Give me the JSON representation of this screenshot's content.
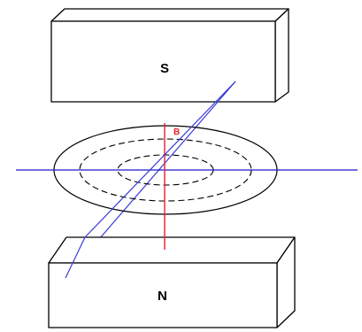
{
  "magnets": {
    "top_label": "S",
    "bottom_label": "N"
  },
  "field": {
    "label": "B"
  },
  "colors": {
    "outline": "#000000",
    "field_axis": "#e8202a",
    "horizontal_axis": "#1a1acc",
    "diagonal_axis": "#3b3bd6",
    "background": "#ffffff"
  }
}
